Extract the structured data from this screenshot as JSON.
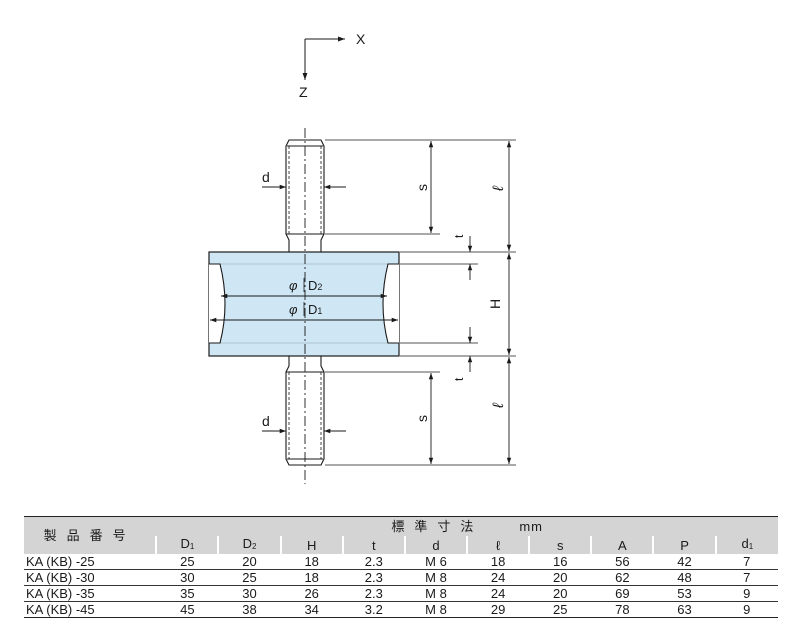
{
  "diagram": {
    "axis_x": "X",
    "axis_z": "Z",
    "label_d_top": "d",
    "label_d_bottom": "d",
    "label_s_top": "s",
    "label_s_bottom": "s",
    "label_l_top": "ℓ",
    "label_l_bottom": "ℓ",
    "label_t_top": "t",
    "label_t_bottom": "t",
    "label_H": "H",
    "label_phi_d2": "φ",
    "label_d2": "D",
    "label_d2_sub": "2",
    "label_phi_d1": "φ",
    "label_d1": "D",
    "label_d1_sub": "1",
    "colors": {
      "rubber_fill": "#cfe7f5",
      "line": "#1a1a1a"
    }
  },
  "table": {
    "corner_label": "製品番号",
    "group_label": "標準寸法",
    "unit": "mm",
    "columns": [
      {
        "main": "D",
        "sub": "1"
      },
      {
        "main": "D",
        "sub": "2"
      },
      {
        "main": "H",
        "sub": ""
      },
      {
        "main": "t",
        "sub": ""
      },
      {
        "main": "d",
        "sub": ""
      },
      {
        "main": "ℓ",
        "sub": ""
      },
      {
        "main": "s",
        "sub": ""
      },
      {
        "main": "A",
        "sub": ""
      },
      {
        "main": "P",
        "sub": ""
      },
      {
        "main": "d",
        "sub": "1"
      }
    ],
    "rows": [
      {
        "model": "KA (KB) -25",
        "values": [
          "25",
          "20",
          "18",
          "2.3",
          "M 6",
          "18",
          "16",
          "56",
          "42",
          "7"
        ]
      },
      {
        "model": "KA (KB) -30",
        "values": [
          "30",
          "25",
          "18",
          "2.3",
          "M 8",
          "24",
          "20",
          "62",
          "48",
          "7"
        ]
      },
      {
        "model": "KA (KB) -35",
        "values": [
          "35",
          "30",
          "26",
          "2.3",
          "M 8",
          "24",
          "20",
          "69",
          "53",
          "9"
        ]
      },
      {
        "model": "KA (KB) -45",
        "values": [
          "45",
          "38",
          "34",
          "3.2",
          "M 8",
          "29",
          "25",
          "78",
          "63",
          "9"
        ]
      }
    ],
    "colors": {
      "header_bg": "#d4d4d4"
    }
  }
}
